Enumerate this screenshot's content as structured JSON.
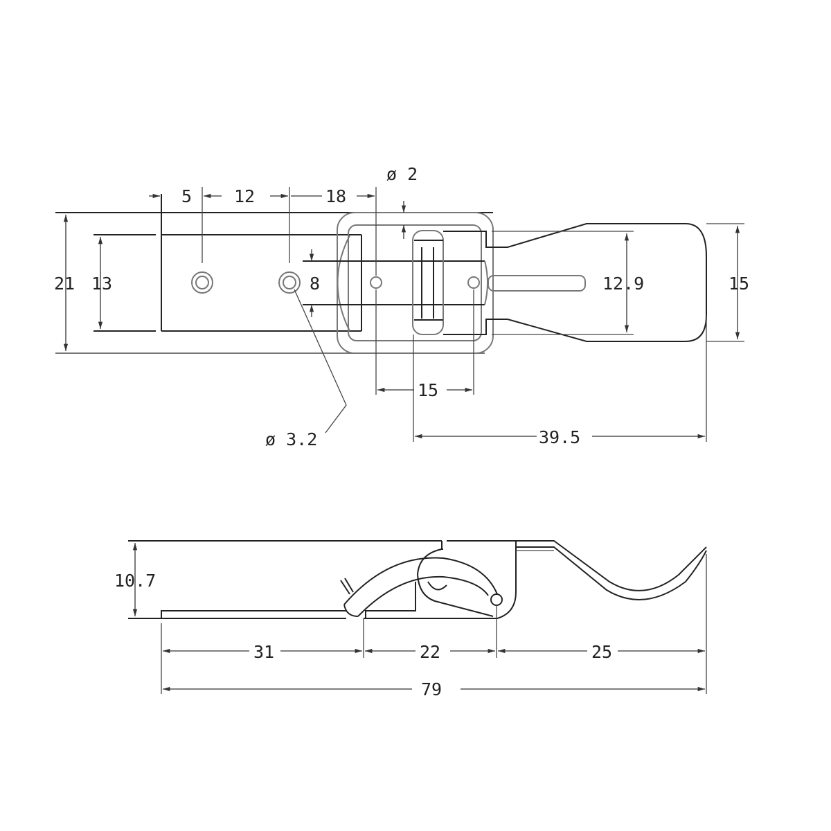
{
  "drawing": {
    "top_view": {
      "dimensions": {
        "overall_width": "21",
        "plate_width": "13",
        "strip_width": "8",
        "edge_to_hole": "5",
        "hole_pitch": "12",
        "hole_to_pin": "18",
        "pin_diameter": "ø 2",
        "pin_spacing": "15",
        "hook_length": "39.5",
        "hook_inner_width": "12.9",
        "hook_outer_width": "15",
        "mount_hole_diameter": "ø 3.2"
      }
    },
    "side_view": {
      "dimensions": {
        "height": "10.7",
        "base_length": "31",
        "middle_length": "22",
        "lever_length": "25",
        "overall_length": "79"
      }
    }
  }
}
